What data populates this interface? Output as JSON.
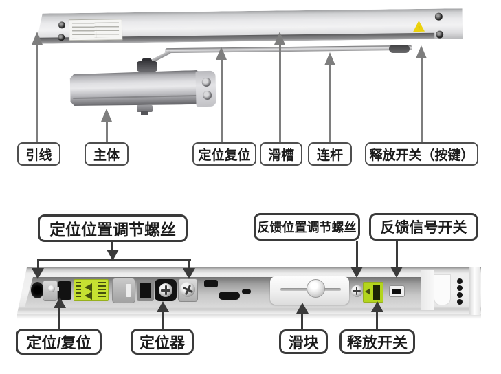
{
  "colors": {
    "arrow_top": "#7e7e7e",
    "arrow_bottom": "#3a3a3a",
    "label_border_top": "#4f4f4f",
    "label_border_bottom": "#3a3a3a",
    "sticker_green": "#c6e032",
    "warning_yellow": "#ecd20c"
  },
  "top_diagram": {
    "warning_mark": "!",
    "callouts": [
      {
        "id": "lead-wire",
        "text": "引线"
      },
      {
        "id": "main-body",
        "text": "主体"
      },
      {
        "id": "position-reset",
        "text": "定位复位"
      },
      {
        "id": "slide-channel",
        "text": "滑槽"
      },
      {
        "id": "connecting-rod",
        "text": "连杆"
      },
      {
        "id": "release-switch-button",
        "text": "释放开关（按键）"
      }
    ]
  },
  "bottom_diagram": {
    "top_callouts": [
      {
        "id": "positioning-position-adjust-screw",
        "text": "定位位置调节螺丝"
      },
      {
        "id": "feedback-position-adjust-screw",
        "text": "反馈位置调节螺丝"
      },
      {
        "id": "feedback-signal-switch",
        "text": "反馈信号开关"
      }
    ],
    "bottom_callouts": [
      {
        "id": "position-reset-plug",
        "text": "定位/复位"
      },
      {
        "id": "positioner",
        "text": "定位器"
      },
      {
        "id": "slider-block",
        "text": "滑块"
      },
      {
        "id": "release-switch",
        "text": "释放开关"
      }
    ]
  }
}
